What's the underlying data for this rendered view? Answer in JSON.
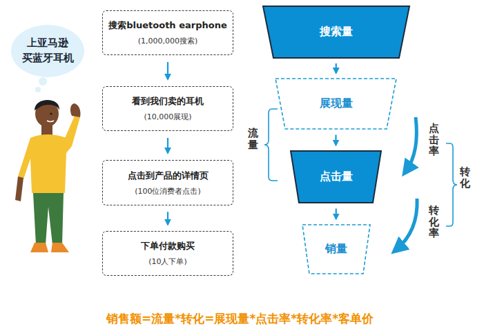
{
  "diagram": {
    "caption": "销售额=流量*转化=展现量*点击率*转化率*客单价",
    "nodes": [
      {
        "text": [
          "上亚马逊 买蓝牙耳机"
        ]
      },
      {
        "text": [
          "搜索bluetooth earphone",
          "(1,000,000搜索)"
        ]
      },
      {
        "text": [
          "看到我们卖的耳机",
          "(10,000展现)"
        ]
      },
      {
        "text": [
          "点击到产品的详情页",
          "(100位消费者点击)"
        ]
      },
      {
        "text": [
          "下单付款购买",
          "(10人下单)"
        ]
      },
      {
        "text": [
          "搜索量"
        ]
      },
      {
        "text": [
          "展现量"
        ]
      },
      {
        "text": [
          "点击量"
        ]
      },
      {
        "text": [
          "销量"
        ]
      }
    ],
    "edges": [
      {
        "from": 1,
        "to": 2,
        "arrow": "to"
      },
      {
        "from": 2,
        "to": 3,
        "arrow": "to"
      },
      {
        "from": 3,
        "to": 4,
        "arrow": "to"
      },
      {
        "from": 5,
        "to": 6,
        "arrow": "to"
      },
      {
        "from": 6,
        "to": 7,
        "arrow": "to"
      },
      {
        "from": 7,
        "to": 8,
        "arrow": "to"
      }
    ],
    "labels": [
      "流量",
      "点击率",
      "转化",
      "转化率"
    ]
  }
}
